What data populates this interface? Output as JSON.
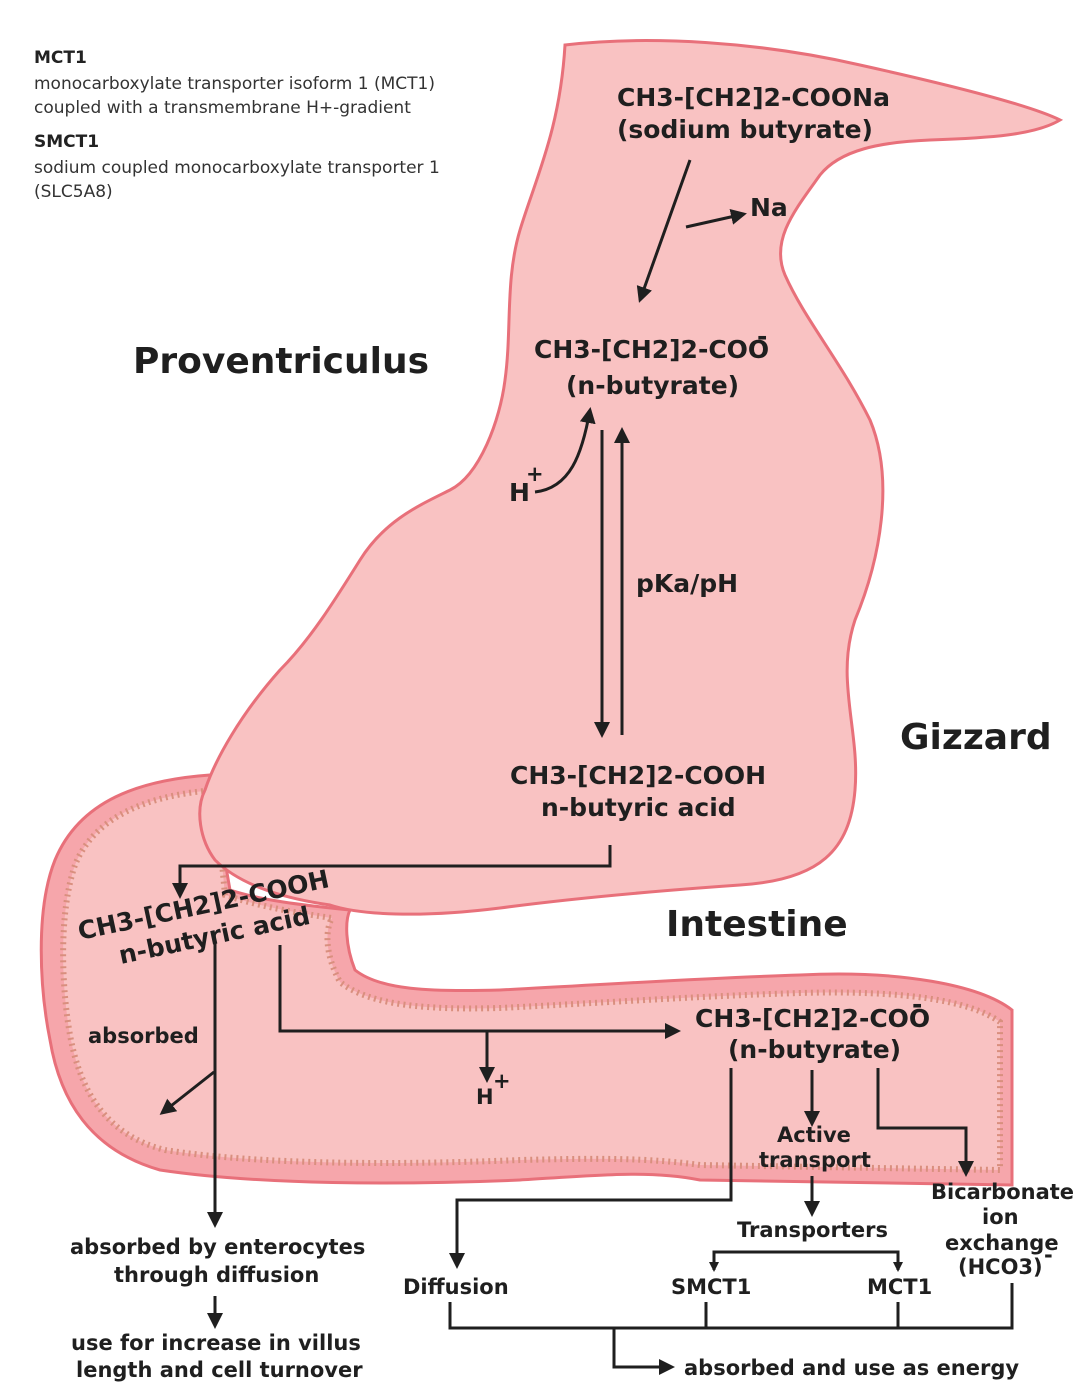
{
  "legend": {
    "mct1_title": "MCT1",
    "mct1_desc": "monocarboxylate transporter isoform 1 (MCT1) coupled with a transmembrane H+-gradient",
    "smct1_title": "SMCT1",
    "smct1_desc": "sodium coupled monocarboxylate transporter 1 (SLC5A8)"
  },
  "regions": {
    "proventriculus": "Proventriculus",
    "gizzard": "Gizzard",
    "intestine": "Intestine"
  },
  "top": {
    "formula": "CH3-[CH2]2-COONa",
    "name": "(sodium butyrate)",
    "na": "Na"
  },
  "butyrate_upper": {
    "formula": "CH3-[CH2]2-COO",
    "charge": "-",
    "name": "(n-butyrate)"
  },
  "h_upper": {
    "h": "H",
    "plus": "+"
  },
  "pka": "pKa/pH",
  "acid_gizzard": {
    "formula": "CH3-[CH2]2-COOH",
    "name": "n-butyric acid"
  },
  "acid_intestine": {
    "formula": "CH3-[CH2]2-COOH",
    "name": "n-butyric acid"
  },
  "absorbed": "absorbed",
  "h_lower": {
    "h": "H",
    "plus": "+"
  },
  "butyrate_lower": {
    "formula": "CH3-[CH2]2-COO",
    "charge": "-",
    "name": "(n-butyrate)"
  },
  "active_transport": {
    "line1": "Active",
    "line2": "transport"
  },
  "transporters": "Transporters",
  "smct1": "SMCT1",
  "mct1": "MCT1",
  "diffusion": "Diffusion",
  "bicarbonate": {
    "line1": "Bicarbonate",
    "line2": "ion",
    "line3": "exchange",
    "line4": "(HCO3)",
    "charge": "-"
  },
  "enterocytes": {
    "line1": "absorbed by enterocytes",
    "line2": "through diffusion"
  },
  "villus": {
    "line1": "use for increase in villus",
    "line2": "length and cell turnover"
  },
  "energy": "absorbed and use as energy",
  "colors": {
    "organ_fill": "#f9c2c2",
    "organ_edge": "#e8707a",
    "villi": "#d98f7e",
    "text": "#1f1f1f"
  }
}
